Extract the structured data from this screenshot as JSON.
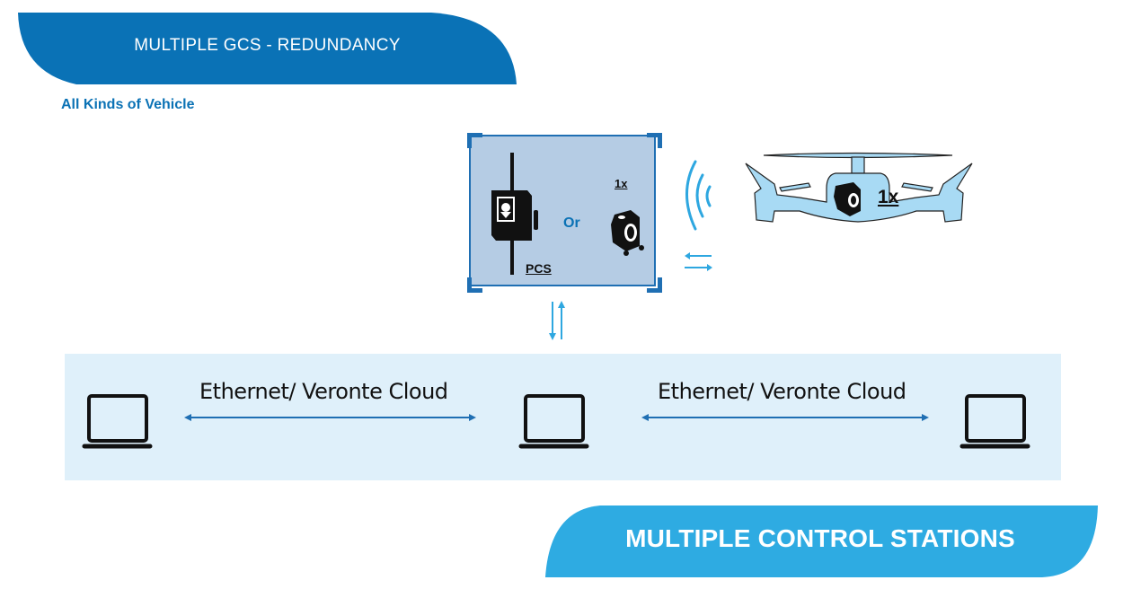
{
  "header": {
    "title": "MULTIPLE GCS - REDUNDANCY",
    "subtitle": "All Kinds of Vehicle",
    "banner_color": "#0a72b6"
  },
  "pcs": {
    "label": "PCS",
    "or_label": "Or",
    "autopilot_count": "1x",
    "box_fill": "#b5cce4",
    "box_border": "#1f6fb3"
  },
  "drone": {
    "autopilot_count": "1x",
    "fill": "#a8daf4"
  },
  "network": {
    "links": [
      {
        "label": "Ethernet/ Veronte Cloud"
      },
      {
        "label": "Ethernet/ Veronte Cloud"
      }
    ],
    "stations": [
      {
        "icon": "laptop-icon"
      },
      {
        "icon": "laptop-icon"
      },
      {
        "icon": "laptop-icon"
      }
    ],
    "fill": "#dff0fa",
    "arrow_color": "#1f6fb3",
    "radio_color": "#2ea7e0"
  },
  "footer": {
    "title": "MULTIPLE CONTROL STATIONS",
    "banner_color": "#2eabe2"
  }
}
